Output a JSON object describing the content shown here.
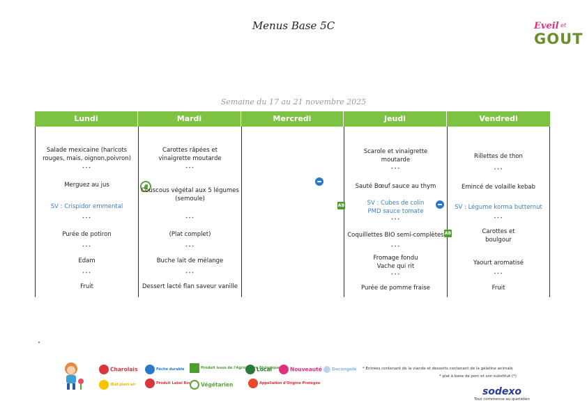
{
  "title": "Menus Base 5C",
  "logo": {
    "brand_top": "Eveil",
    "brand_mid": "et",
    "brand_bottom": "GOUT"
  },
  "week": "Semaine du 17 au 21 novembre 2025",
  "days": [
    "Lundi",
    "Mardi",
    "Mercredi",
    "Jeudi",
    "Vendredi"
  ],
  "separator": "•••",
  "menu": {
    "lundi": {
      "entree": "Salade mexicaine (haricots rouges, mais, oignon,poivron)",
      "plat": "Merguez au jus",
      "sv": "SV : Crispidor emmental",
      "accompagnement": "Purée de potiron",
      "laitage": "Edam",
      "dessert": "Fruit"
    },
    "mardi": {
      "entree": "Carottes râpées et vinaigrette moutarde",
      "plat": "Couscous végétal aux 5 légumes (semoule)",
      "accompagnement": "(Plat complet)",
      "laitage": "Buche lait de mélange",
      "dessert": "Dessert lacté flan saveur vanille"
    },
    "jeudi": {
      "entree": "Scarole et vinaigrette moutarde",
      "plat": "Sauté Bœuf sauce au thym",
      "sv": "SV : Cubes de colin PMD sauce tomate",
      "accompagnement": "Coquillettes BIO semi-complètes",
      "laitage": "Fromage fondu Vache qui rit",
      "dessert": "Purée de pomme fraise"
    },
    "vendredi": {
      "entree": "Rillettes de thon",
      "plat": "Emincé de volaille kebab",
      "sv": "SV : Légume korma butternut",
      "accompagnement": "Carottes et boulgour",
      "laitage": "Yaourt aromatisé",
      "dessert": "Fruit"
    }
  },
  "badges": {
    "ab": "AB"
  },
  "legend": {
    "charolais": "Charolais",
    "peche": "Pêche durable",
    "bio": "Produit issus de l'Agriculture Biologique",
    "local": "Local",
    "nouveaute": "Nouveauté",
    "decongele": "Decongelé",
    "oeuf": "Œuf plein air",
    "label_rouge": "Produit Label Rouge",
    "vegetarien": "Végétarien",
    "aop": "Appellation d'Origine Protégée"
  },
  "notes": {
    "line1": "* Entrées contenant de la viande et desserts contenant de la gélatine animale",
    "line2": "* plat à base de porc et son substitut (*)"
  },
  "sodexo": {
    "name": "sodexo",
    "tagline": "Tout commence au quotidien"
  },
  "colors": {
    "header_green": "#7dc243",
    "sv_blue": "#3a7fc4",
    "bio_green": "#4f9e2c"
  }
}
